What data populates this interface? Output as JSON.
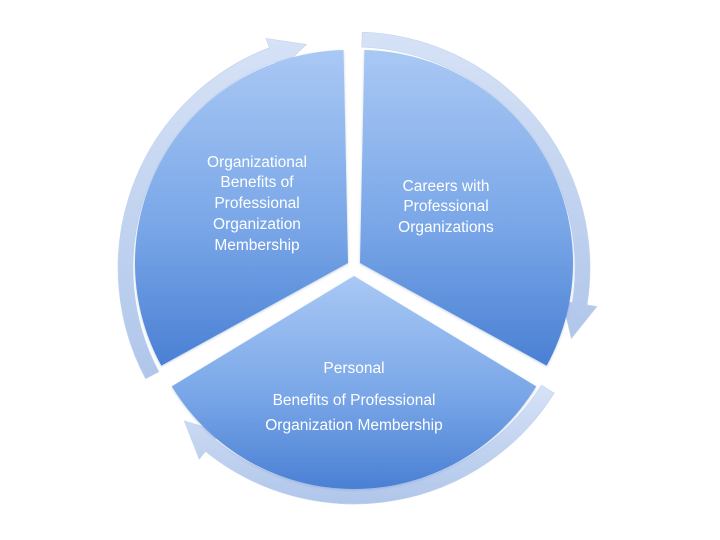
{
  "diagram": {
    "type": "cycle",
    "segments": [
      {
        "id": "careers",
        "lines": [
          "Careers with",
          "Professional",
          "Organizations"
        ]
      },
      {
        "id": "personal",
        "lines": [
          "Personal",
          "Benefits of Professional",
          "Organization Membership"
        ]
      },
      {
        "id": "organizational",
        "lines": [
          "Organizational",
          "Benefits of",
          "Professional",
          "Organization",
          "Membership"
        ]
      }
    ],
    "colors": {
      "segment_light": "#a9c8f4",
      "segment_mid": "#7aa7e8",
      "segment_dark": "#4a80d4",
      "arrow_light": "#d6e2f6",
      "arrow_dark": "#a8c0e8",
      "text": "#ffffff"
    }
  }
}
